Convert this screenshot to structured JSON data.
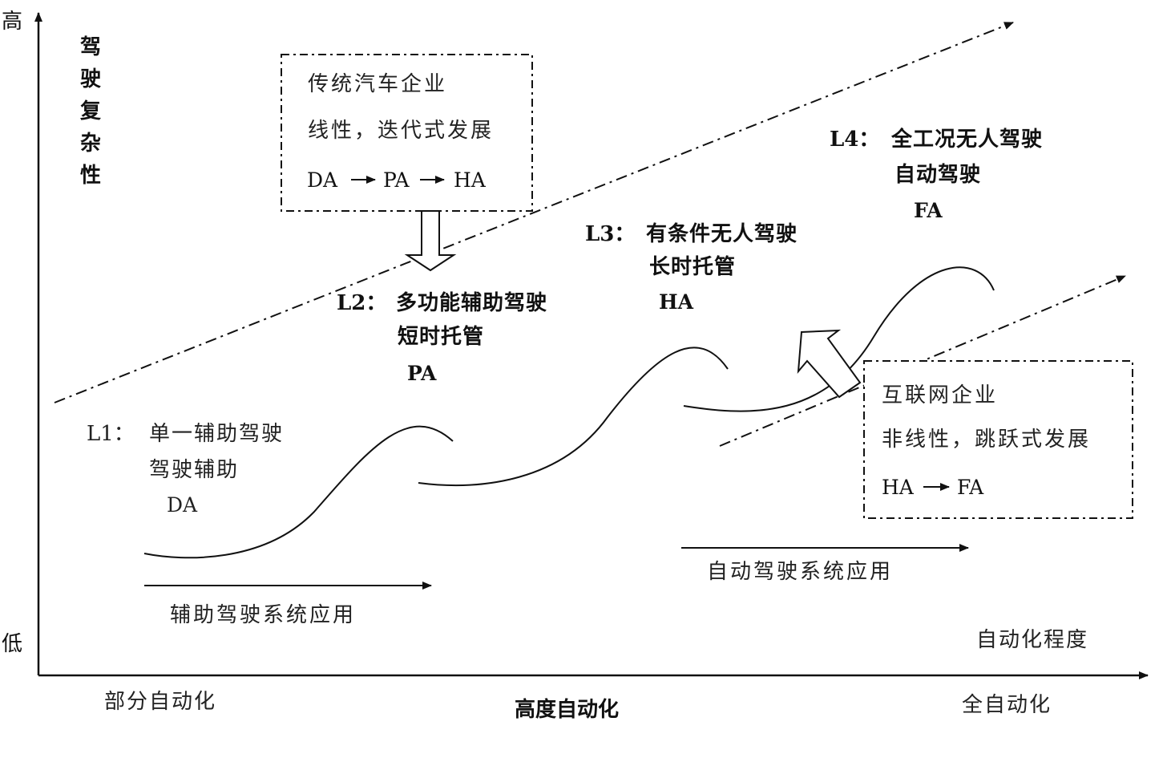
{
  "axes": {
    "y_high": "高",
    "y_low": "低",
    "y_title_chars": [
      "驾",
      "驶",
      "复",
      "杂",
      "性"
    ],
    "x_left": "部分自动化",
    "x_mid": "高度自动化",
    "x_right": "全自动化",
    "x_title": "自动化程度"
  },
  "traditional_box": {
    "line1": "传统汽车企业",
    "line2": "线性，迭代式发展",
    "flow": [
      "DA",
      "PA",
      "HA"
    ]
  },
  "internet_box": {
    "line1": "互联网企业",
    "line2": "非线性，跳跃式发展",
    "flow": [
      "HA",
      "FA"
    ]
  },
  "levels": {
    "l1": {
      "code": "L1：",
      "name": "单一辅助驾驶",
      "desc": "驾驶辅助",
      "abbr": "DA"
    },
    "l2": {
      "code": "L2：",
      "name": "多功能辅助驾驶",
      "desc": "短时托管",
      "abbr": "PA"
    },
    "l3": {
      "code": "L3：",
      "name": "有条件无人驾驶",
      "desc": "长时托管",
      "abbr": "HA"
    },
    "l4": {
      "code": "L4：",
      "name": "全工况无人驾驶",
      "desc": "自动驾驶",
      "abbr": "FA"
    }
  },
  "applications": {
    "assist": "辅助驾驶系统应用",
    "auto": "自动驾驶系统应用"
  }
}
